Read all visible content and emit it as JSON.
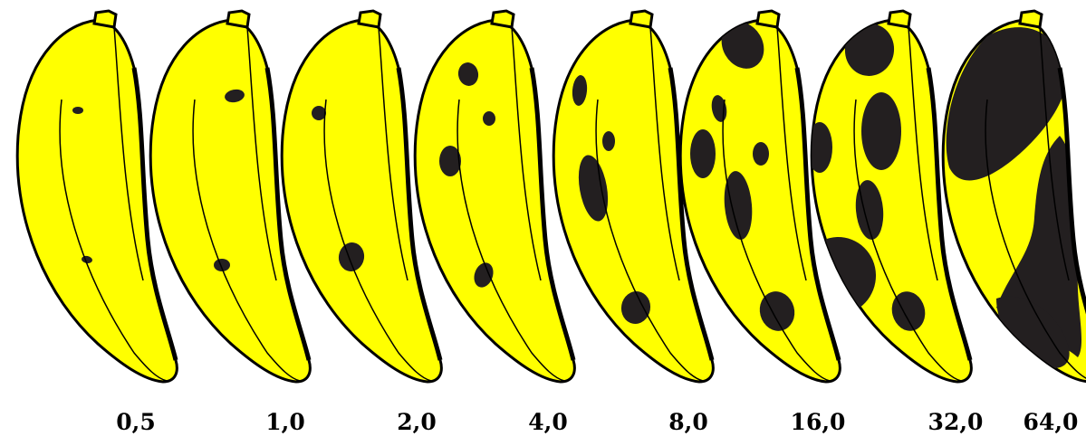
{
  "scale": {
    "colors": {
      "peel": "#ffff00",
      "lesion": "#231f20",
      "outline": "#000000",
      "background": "#ffffff"
    },
    "items": [
      {
        "label": "0,5",
        "severity_pct": 0.5
      },
      {
        "label": "1,0",
        "severity_pct": 1.0
      },
      {
        "label": "2,0",
        "severity_pct": 2.0
      },
      {
        "label": "4,0",
        "severity_pct": 4.0
      },
      {
        "label": "8,0",
        "severity_pct": 8.0
      },
      {
        "label": "16,0",
        "severity_pct": 16.0
      },
      {
        "label": "32,0",
        "severity_pct": 32.0
      },
      {
        "label": "64,0",
        "severity_pct": 64.0
      }
    ]
  }
}
